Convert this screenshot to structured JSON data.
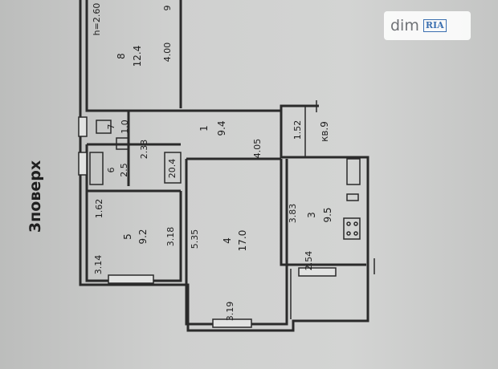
{
  "plan": {
    "floor_label": "3поверх",
    "apartment_label": "кв.9",
    "ceiling_height": "h=2.60",
    "rooms": [
      {
        "number": "1",
        "area": "9.4"
      },
      {
        "number": "3",
        "area": "9.5"
      },
      {
        "number": "4",
        "area": "17.0"
      },
      {
        "number": "5",
        "area": "9.2"
      },
      {
        "number": "6",
        "area": "2.5"
      },
      {
        "number": "7",
        "area": "1.0"
      },
      {
        "number": "8",
        "area": "12.4"
      }
    ],
    "room_top_right_partial": "9",
    "small_area": "20.4",
    "dimensions": [
      "4.00",
      "2.33",
      "4.05",
      "1.52",
      "1.62",
      "3.18",
      "3.14",
      "5.35",
      "3.19",
      "3.83",
      "2.54"
    ]
  },
  "watermark": {
    "text": "dim",
    "brand": "RIA"
  },
  "colors": {
    "paper": "#cfd0cf",
    "ink": "#2a2a2a",
    "watermark_blue": "#3b6fb0"
  }
}
